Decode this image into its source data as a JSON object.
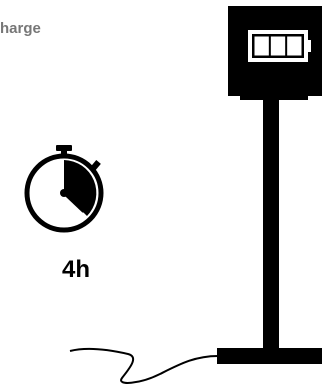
{
  "header": {
    "label": "harge"
  },
  "timer": {
    "duration_label": "4h"
  },
  "icons": {
    "stopwatch": "stopwatch-icon",
    "battery": "battery-full-icon",
    "charging_post": "charging-post-icon",
    "cable": "charging-cable-icon"
  },
  "battery": {
    "cells_filled": 3,
    "cells_total": 3
  },
  "colors": {
    "header_text": "#777777",
    "ink": "#000000",
    "background": "#ffffff"
  }
}
